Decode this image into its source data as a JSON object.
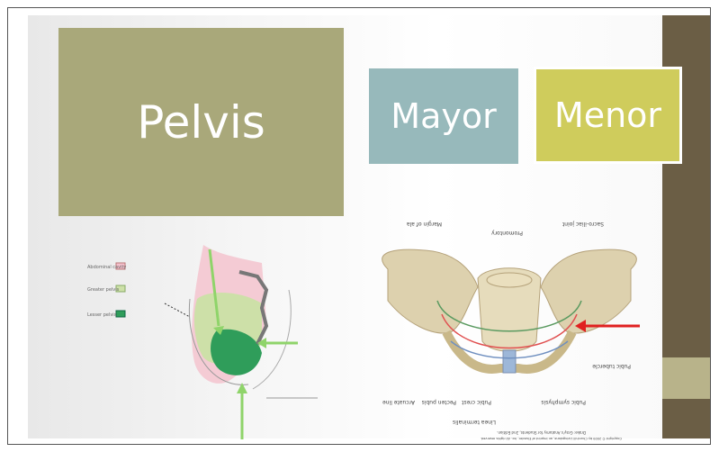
{
  "slide": {
    "title": "Pelvis",
    "box_mayor": "Mayor",
    "box_menor": "Menor"
  },
  "lateral_figure": {
    "legend": [
      "Abdominal cavity",
      "Greater pelvis",
      "Lesser pelvis"
    ],
    "legend_colors": [
      "#f4c0cc",
      "#cde0a8",
      "#2f9d5a"
    ]
  },
  "pelvis_figure": {
    "labels": {
      "margin_of_ala": "Margin of ala",
      "promontory": "Promontory",
      "sacro_iliac_joint": "Sacro-iliac joint",
      "pubic_tubercle": "Pubic tubercle",
      "arcuate_line": "Arcuate line",
      "pecten_pubis": "Pecten pubis",
      "pubic_crest": "Pubic crest",
      "pubic_symphysis": "Pubic symphysis",
      "linea_terminalis": "Linea terminalis"
    },
    "caption": "Drake: Gray's Anatomy for Students, 2nd Edition.",
    "copyright": "Copyright © 2009 by Churchill Livingstone, an imprint of Elsevier, Inc. All rights reserved."
  },
  "colors": {
    "title_bg": "#a9a87a",
    "mayor_bg": "#97b9bb",
    "menor_bg": "#cfcc5c",
    "side_bar": "#6b5e45",
    "arrow_green": "#8fd46a",
    "arrow_red": "#e02020"
  }
}
